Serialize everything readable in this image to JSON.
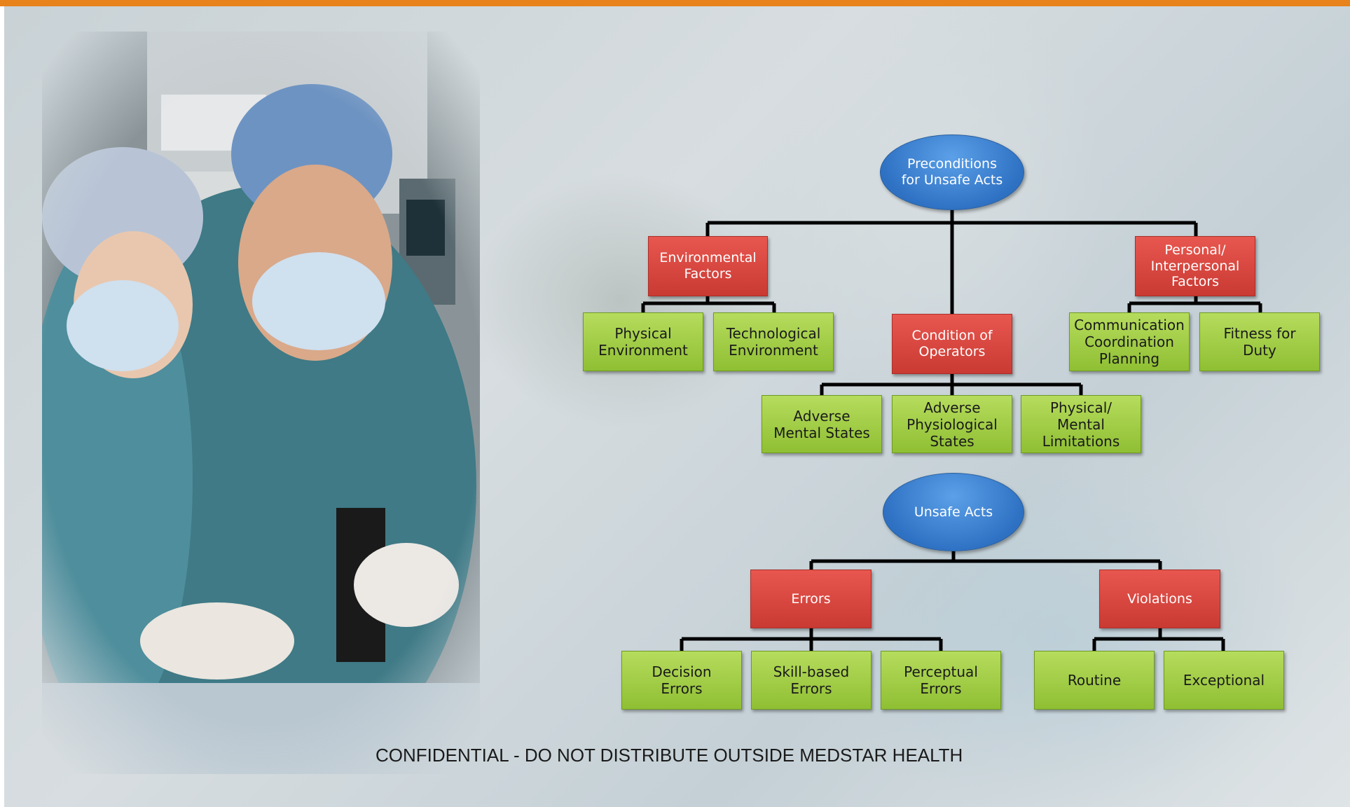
{
  "colors": {
    "top_bar": "#e8821a",
    "connector": "#000000",
    "oval": "#2f72c4",
    "red_box": "#d9433c",
    "green_box": "#a3cd48"
  },
  "photo": {
    "subject": "surgical-team-photo"
  },
  "diagram": {
    "preconditions": {
      "root": "Preconditions\nfor Unsafe Acts",
      "environmental": "Environmental\nFactors",
      "condition": "Condition of\nOperators",
      "personal": "Personal/\nInterpersonal\nFactors",
      "physical_env": "Physical\nEnvironment",
      "technological_env": "Technological\nEnvironment",
      "adverse_mental": "Adverse\nMental States",
      "adverse_physio": "Adverse\nPhysiological\nStates",
      "physical_mental": "Physical/\nMental\nLimitations",
      "communication": "Communication\nCoordination\nPlanning",
      "fitness": "Fitness for\nDuty"
    },
    "unsafe_acts": {
      "root": "Unsafe Acts",
      "errors": "Errors",
      "violations": "Violations",
      "decision": "Decision\nErrors",
      "skill": "Skill-based\nErrors",
      "perceptual": "Perceptual\nErrors",
      "routine": "Routine",
      "exceptional": "Exceptional"
    }
  },
  "footer": "CONFIDENTIAL - DO NOT DISTRIBUTE OUTSIDE MEDSTAR HEALTH"
}
